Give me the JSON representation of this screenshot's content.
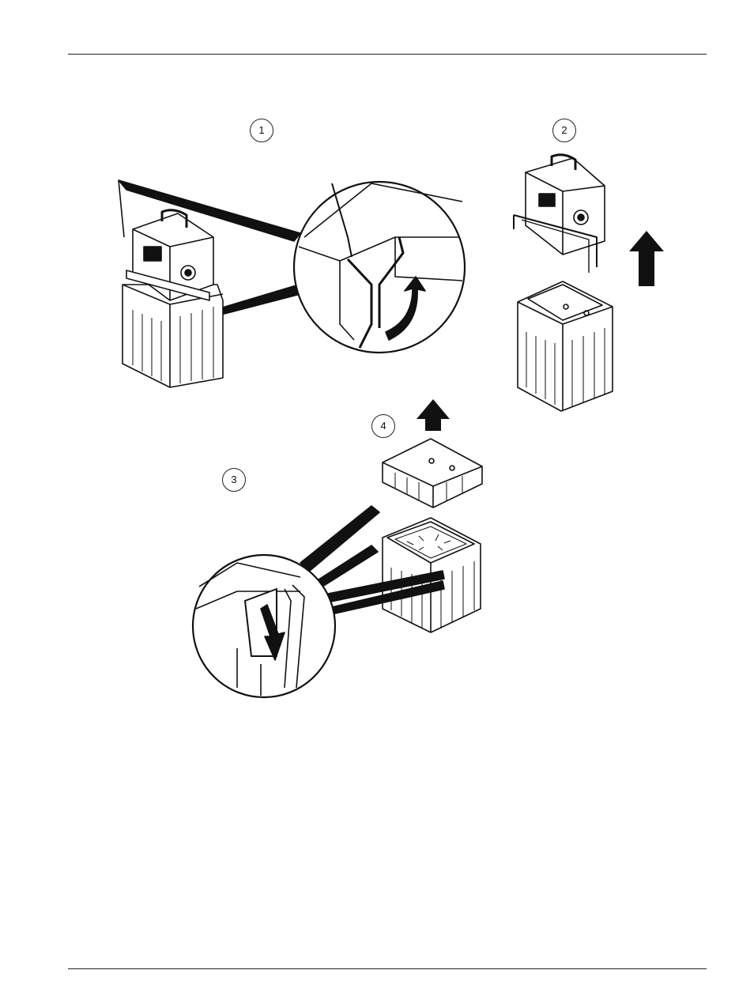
{
  "figure": {
    "steps": [
      {
        "number": "1",
        "arrow": "curved-arrow-up",
        "detail": "latch-release-detail"
      },
      {
        "number": "2",
        "arrow": "arrow-up",
        "detail": "lift-controller-off"
      },
      {
        "number": "3",
        "arrow": "arrow-down",
        "detail": "clip-release-detail"
      },
      {
        "number": "4",
        "arrow": "arrow-up",
        "detail": "lift-lid-off"
      }
    ],
    "line_color": "#111111",
    "background": "#ffffff"
  }
}
